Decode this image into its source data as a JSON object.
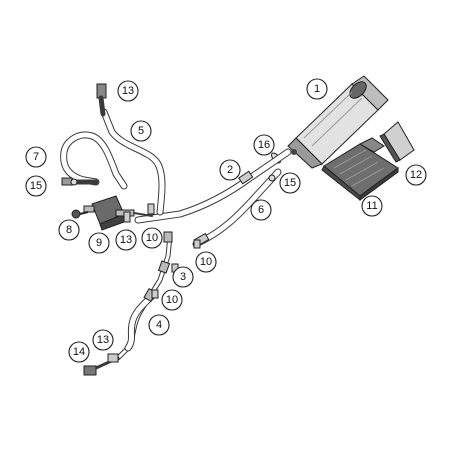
{
  "colors": {
    "line": "#3a3a3a",
    "part_fill": "#d9d9d9",
    "part_dark": "#555555",
    "background": "#ffffff"
  },
  "callouts": [
    {
      "id": "c1",
      "label": "1"
    },
    {
      "id": "c2",
      "label": "2"
    },
    {
      "id": "c3",
      "label": "3"
    },
    {
      "id": "c4",
      "label": "4"
    },
    {
      "id": "c5",
      "label": "5"
    },
    {
      "id": "c6",
      "label": "6"
    },
    {
      "id": "c7",
      "label": "7"
    },
    {
      "id": "c8",
      "label": "8"
    },
    {
      "id": "c9",
      "label": "9"
    },
    {
      "id": "c10a",
      "label": "10"
    },
    {
      "id": "c10b",
      "label": "10"
    },
    {
      "id": "c10c",
      "label": "10"
    },
    {
      "id": "c11",
      "label": "11"
    },
    {
      "id": "c12",
      "label": "12"
    },
    {
      "id": "c13a",
      "label": "13"
    },
    {
      "id": "c13b",
      "label": "13"
    },
    {
      "id": "c13c",
      "label": "13"
    },
    {
      "id": "c14",
      "label": "14"
    },
    {
      "id": "c15a",
      "label": "15"
    },
    {
      "id": "c15b",
      "label": "15"
    },
    {
      "id": "c16",
      "label": "16"
    }
  ]
}
